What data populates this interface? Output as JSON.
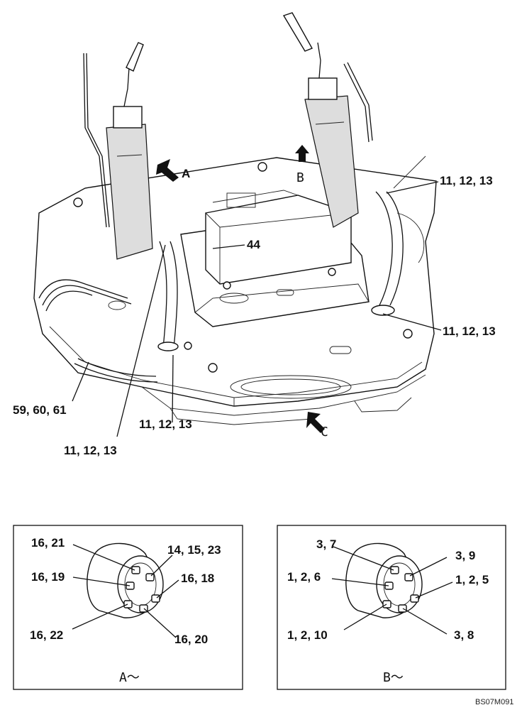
{
  "main_view": {
    "callouts": [
      "11, 12, 13",
      "11, 12, 13",
      "11, 12, 13",
      "11, 12, 13",
      "44",
      "59, 60, 61"
    ],
    "view_arrows": [
      "A",
      "B",
      "C"
    ]
  },
  "detail_a": {
    "caption": "A～",
    "callouts": [
      "16, 21",
      "14, 15, 23",
      "16, 19",
      "16, 18",
      "16, 22",
      "16, 20"
    ]
  },
  "detail_b": {
    "caption": "B～",
    "callouts": [
      "3, 7",
      "3, 9",
      "1, 2, 6",
      "1, 2, 5",
      "1, 2, 10",
      "3, 8"
    ]
  },
  "drawing_code": "BS07M091"
}
